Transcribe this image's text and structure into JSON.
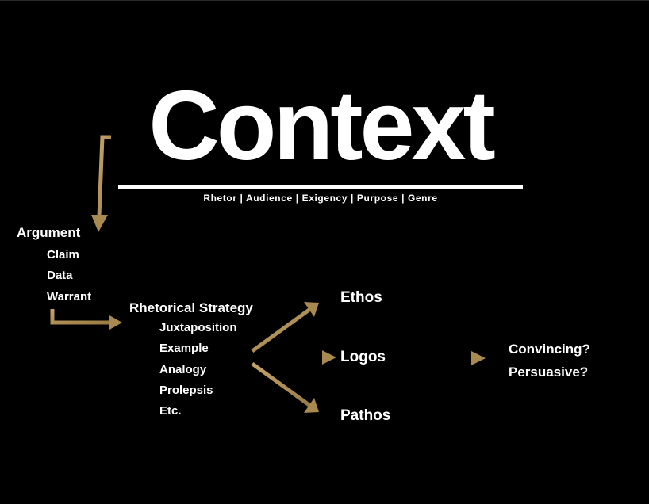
{
  "title": "Context",
  "subtitle": "Rhetor  |  Audience  |  Exigency  |  Purpose  |  Genre",
  "argument": {
    "heading": "Argument",
    "items": [
      "Claim",
      "Data",
      "Warrant"
    ]
  },
  "strategy": {
    "heading": "Rhetorical Strategy",
    "items": [
      "Juxtaposition",
      "Example",
      "Analogy",
      "Prolepsis",
      "Etc."
    ]
  },
  "appeals": [
    "Ethos",
    "Logos",
    "Pathos"
  ],
  "outcomes": [
    "Convincing?",
    "Persuasive?"
  ],
  "colors": {
    "background": "#000000",
    "text": "#ffffff",
    "arrow": "#a8894f"
  }
}
